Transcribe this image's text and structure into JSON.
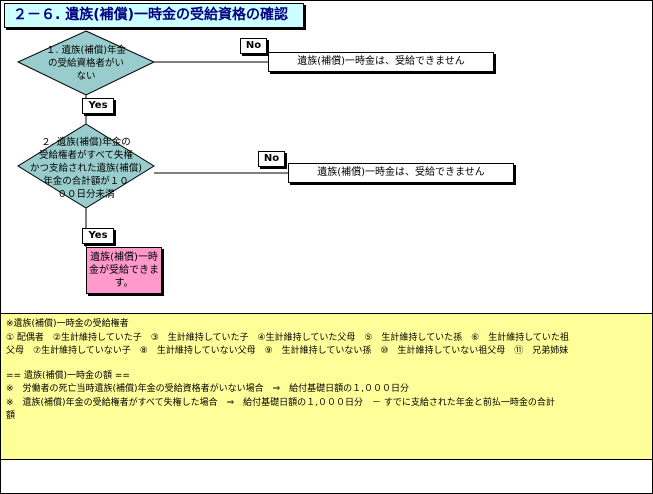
{
  "title": "２－６. 遺族(補償)一時金の受給資格の確認",
  "decision1": {
    "lines": [
      "１. 遺族(補償)年金",
      "の受給資格者がい",
      "ない"
    ]
  },
  "decision2": {
    "lines": [
      "２. 遺族(補償)年金の",
      "受給権者がすべて失権",
      "かつ支給された遺族(補償)",
      "年金の合計額が１０",
      "００日分未満"
    ]
  },
  "no_label_1": "No",
  "no_label_2": "No",
  "yes_label_1": "Yes",
  "yes_label_2": "Yes",
  "result_no_1": "遺族(補償)一時金は、受給できません",
  "result_no_2": "遺族(補償)一時金は、受給できません",
  "result_yes": {
    "lines": [
      "遺族(補償)一時",
      "金が受給できま",
      "す。"
    ]
  },
  "notes": {
    "heading1": "※遺族(補償)一時金の受給権者",
    "list_line1": "① 配偶者　②生計維持していた子　③　生計維持していた子　④生計維持していた父母　⑤　生計維持していた孫　⑥　生計維持していた祖",
    "list_line2": "父母　⑦生計維持していない子　⑧　生計維持していない父母　⑨　生計維持していない孫　⑩　生計維持していない祖父母　⑪　兄弟姉妹",
    "heading2": "== 遺族(補償)一時金の額 ==",
    "amount1": "※　労働者の死亡当時遺族(補償)年金の受給資格者がいない場合　⇒　給付基礎日額の１,０００日分",
    "amount2": "※　遺族(補償)年金の受給権者がすべて失権した場合　⇒　給付基礎日額の１,０００日分　－ すでに支給された年金と前払一時金の合計",
    "amount3": "額"
  },
  "colors": {
    "title_bg": "#ccffff",
    "title_text": "#000080",
    "diamond": "#99cccc",
    "result_yes_bg": "#ff99cc",
    "notes_bg": "#ffff99"
  }
}
